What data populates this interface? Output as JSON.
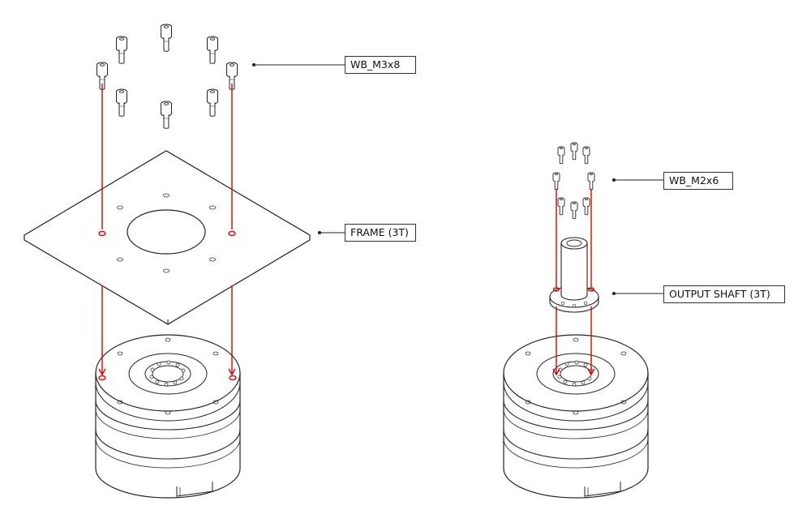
{
  "callouts": {
    "screws_large": "WB_M3x8",
    "frame": "FRAME (3T)",
    "screws_small": "WB_M2x6",
    "output_shaft": "OUTPUT SHAFT (3T)"
  },
  "colors": {
    "line": "#222222",
    "accent": "#e00000",
    "background": "#ffffff"
  }
}
